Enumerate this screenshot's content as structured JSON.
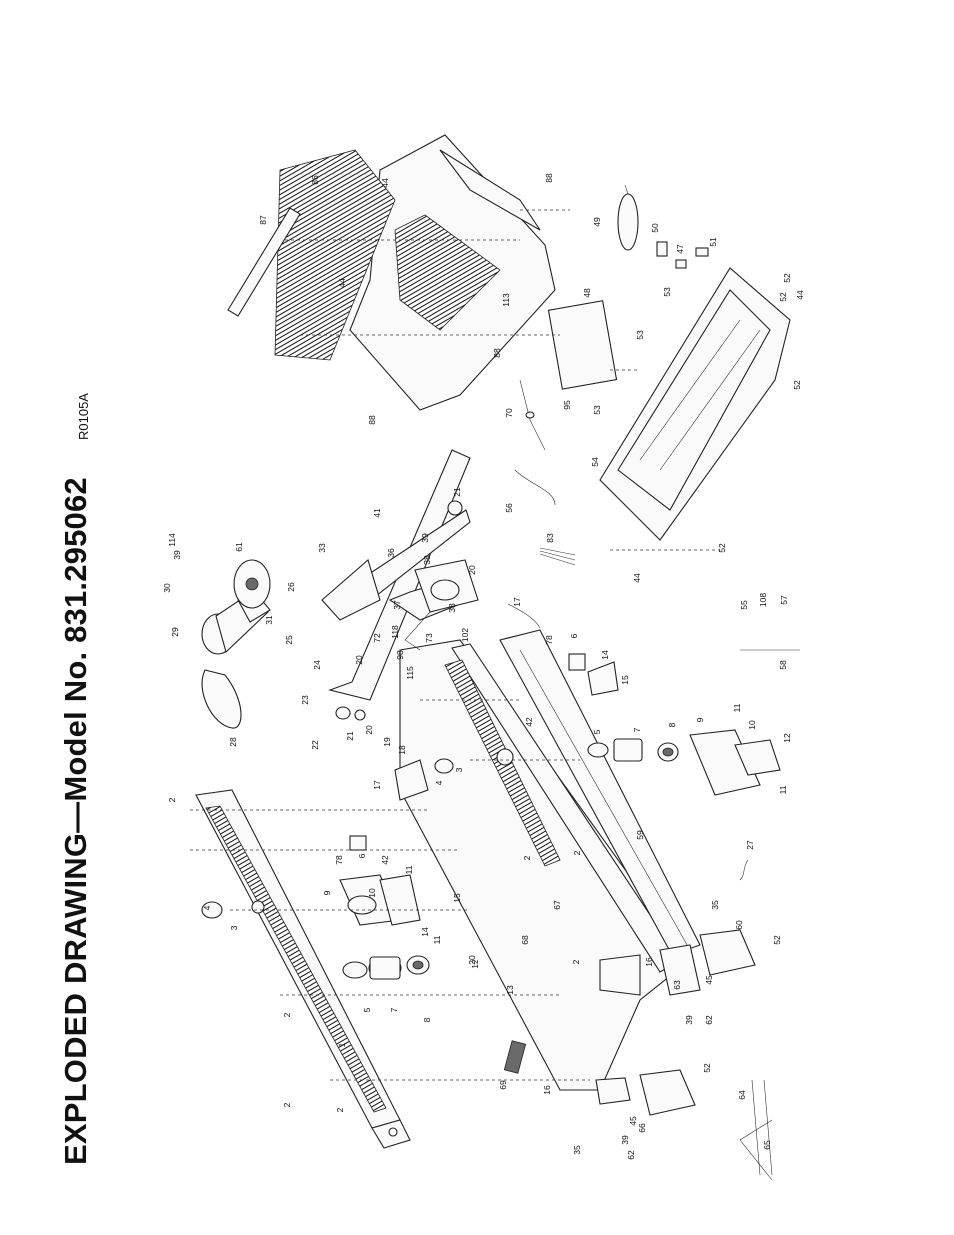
{
  "title": "EXPLODED DRAWING—Model No. 831.295062",
  "drawing_code": "R0105A",
  "callouts": [
    {
      "label": "1"
    },
    {
      "label": "2"
    },
    {
      "label": "2"
    },
    {
      "label": "2"
    },
    {
      "label": "2"
    },
    {
      "label": "2"
    },
    {
      "label": "2"
    },
    {
      "label": "2"
    },
    {
      "label": "3"
    },
    {
      "label": "3"
    },
    {
      "label": "4"
    },
    {
      "label": "4"
    },
    {
      "label": "5"
    },
    {
      "label": "5"
    },
    {
      "label": "6"
    },
    {
      "label": "6"
    },
    {
      "label": "7"
    },
    {
      "label": "7"
    },
    {
      "label": "8"
    },
    {
      "label": "8"
    },
    {
      "label": "9"
    },
    {
      "label": "9"
    },
    {
      "label": "10"
    },
    {
      "label": "10"
    },
    {
      "label": "11"
    },
    {
      "label": "11"
    },
    {
      "label": "11"
    },
    {
      "label": "11"
    },
    {
      "label": "12"
    },
    {
      "label": "12"
    },
    {
      "label": "13"
    },
    {
      "label": "14"
    },
    {
      "label": "14"
    },
    {
      "label": "15"
    },
    {
      "label": "15"
    },
    {
      "label": "16"
    },
    {
      "label": "16"
    },
    {
      "label": "17"
    },
    {
      "label": "17"
    },
    {
      "label": "18"
    },
    {
      "label": "19"
    },
    {
      "label": "20"
    },
    {
      "label": "20"
    },
    {
      "label": "20"
    },
    {
      "label": "20"
    },
    {
      "label": "21"
    },
    {
      "label": "21"
    },
    {
      "label": "22"
    },
    {
      "label": "23"
    },
    {
      "label": "24"
    },
    {
      "label": "25"
    },
    {
      "label": "26"
    },
    {
      "label": "27"
    },
    {
      "label": "28"
    },
    {
      "label": "29"
    },
    {
      "label": "30"
    },
    {
      "label": "31"
    },
    {
      "label": "33"
    },
    {
      "label": "35"
    },
    {
      "label": "35"
    },
    {
      "label": "36"
    },
    {
      "label": "37"
    },
    {
      "label": "38"
    },
    {
      "label": "38"
    },
    {
      "label": "39"
    },
    {
      "label": "39"
    },
    {
      "label": "39"
    },
    {
      "label": "39"
    },
    {
      "label": "41"
    },
    {
      "label": "42"
    },
    {
      "label": "42"
    },
    {
      "label": "44"
    },
    {
      "label": "44"
    },
    {
      "label": "44"
    },
    {
      "label": "44"
    },
    {
      "label": "45"
    },
    {
      "label": "45"
    },
    {
      "label": "47"
    },
    {
      "label": "48"
    },
    {
      "label": "49"
    },
    {
      "label": "50"
    },
    {
      "label": "51"
    },
    {
      "label": "52"
    },
    {
      "label": "52"
    },
    {
      "label": "52"
    },
    {
      "label": "52"
    },
    {
      "label": "52"
    },
    {
      "label": "52"
    },
    {
      "label": "53"
    },
    {
      "label": "53"
    },
    {
      "label": "53"
    },
    {
      "label": "54"
    },
    {
      "label": "55"
    },
    {
      "label": "56"
    },
    {
      "label": "57"
    },
    {
      "label": "58"
    },
    {
      "label": "59"
    },
    {
      "label": "60"
    },
    {
      "label": "61"
    },
    {
      "label": "62"
    },
    {
      "label": "62"
    },
    {
      "label": "63"
    },
    {
      "label": "64"
    },
    {
      "label": "65"
    },
    {
      "label": "66"
    },
    {
      "label": "67"
    },
    {
      "label": "68"
    },
    {
      "label": "69"
    },
    {
      "label": "70"
    },
    {
      "label": "72"
    },
    {
      "label": "73"
    },
    {
      "label": "78"
    },
    {
      "label": "78"
    },
    {
      "label": "83"
    },
    {
      "label": "86"
    },
    {
      "label": "87"
    },
    {
      "label": "88"
    },
    {
      "label": "88"
    },
    {
      "label": "88"
    },
    {
      "label": "95"
    },
    {
      "label": "98"
    },
    {
      "label": "102"
    },
    {
      "label": "108"
    },
    {
      "label": "113"
    },
    {
      "label": "114"
    },
    {
      "label": "115"
    },
    {
      "label": "118"
    }
  ]
}
